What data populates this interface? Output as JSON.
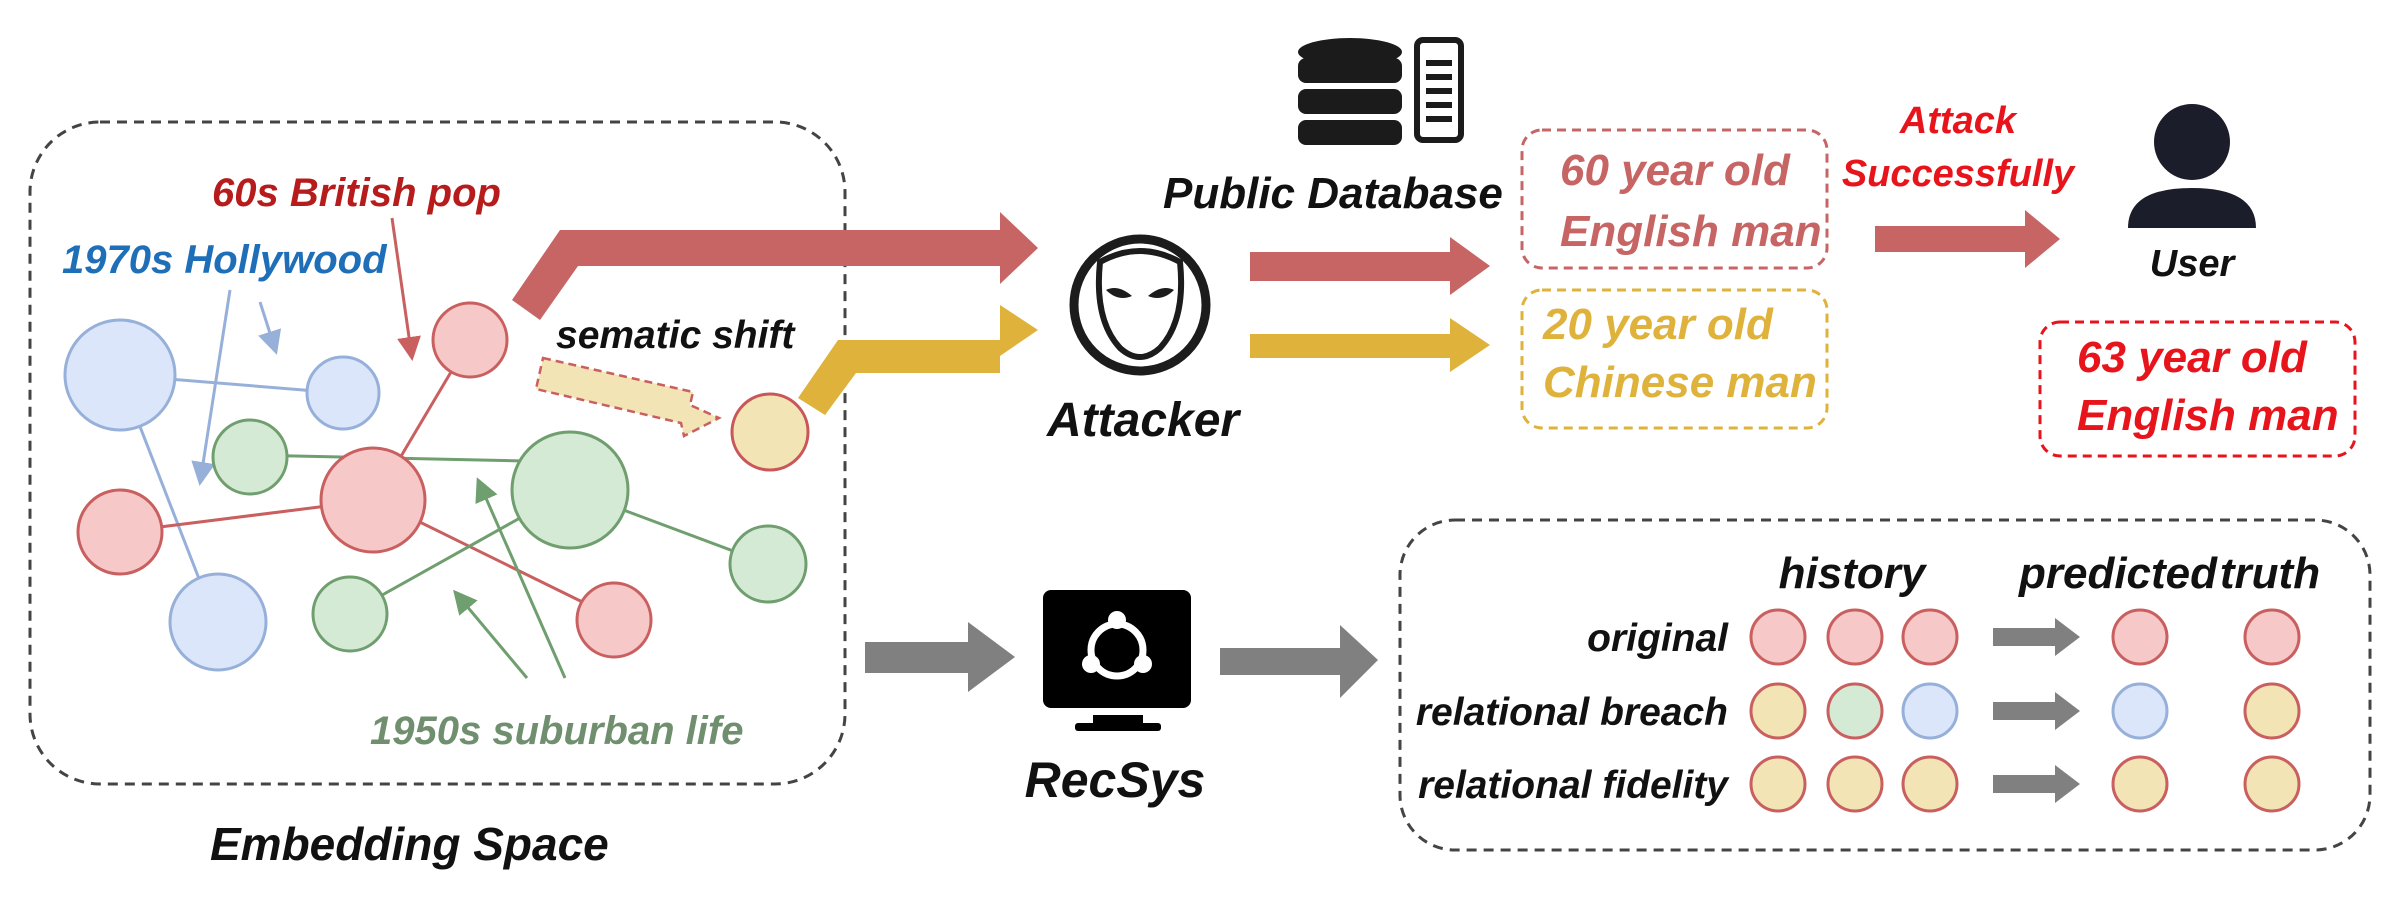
{
  "colors": {
    "red_text": "#b71c1c",
    "blue_text": "#1e6fb8",
    "green_text": "#6f8f6f",
    "bright_red": "#e8141c",
    "red_node_fill": "#f6c8c8",
    "red_node_stroke": "#c95f5f",
    "blue_node_fill": "#dbe6fb",
    "blue_node_stroke": "#97b0d9",
    "green_node_fill": "#d4ead4",
    "green_node_stroke": "#6f9e6f",
    "yellow_node_fill": "#f3e4b6",
    "yellow_node_stroke": "#c9575a",
    "red_arrow": "#c76565",
    "yellow_arrow": "#dfb23c",
    "gray_arrow": "#808080",
    "dashed_box": "#444444",
    "recsys_icon": "#000000",
    "database_icon": "#1b1b1b",
    "user_icon": "#1c1d2a"
  },
  "icons": [
    "database-icon",
    "server-icon",
    "attacker-mask-icon",
    "recsys-monitor-icon",
    "user-icon"
  ],
  "embedding": {
    "title": "Embedding Space",
    "label_british_pop": "60s British pop",
    "label_hollywood": "1970s Hollywood",
    "label_suburban": "1950s suburban life",
    "shift_label": "sematic shift"
  },
  "attack": {
    "attacker_label": "Attacker",
    "database_label": "Public Database",
    "match_red_line1": "60 year old",
    "match_red_line2": "English man",
    "match_yellow_line1": "20 year old",
    "match_yellow_line2": "Chinese man",
    "success_line1": "Attack",
    "success_line2": "Successfully",
    "user_label": "User",
    "user_truth_line1": "63 year old",
    "user_truth_line2": "English man"
  },
  "recsys": {
    "label": "RecSys"
  },
  "table": {
    "headers": {
      "history": "history",
      "predicted": "predicted",
      "truth": "truth"
    },
    "rows": [
      {
        "label": "original",
        "history": [
          "red",
          "red",
          "red"
        ],
        "predicted": "red",
        "truth": "red"
      },
      {
        "label": "relational breach",
        "history": [
          "yellow",
          "green",
          "blue"
        ],
        "predicted": "blue",
        "truth": "yellow"
      },
      {
        "label": "relational fidelity",
        "history": [
          "yellow",
          "yellow",
          "yellow"
        ],
        "predicted": "yellow",
        "truth": "yellow"
      }
    ]
  }
}
